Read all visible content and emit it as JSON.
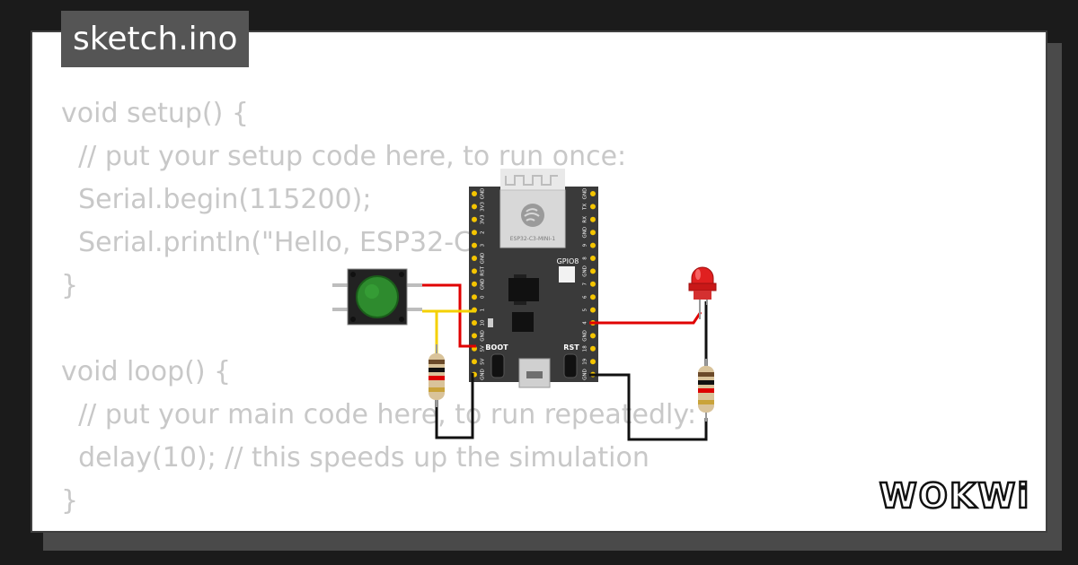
{
  "file_tab": {
    "label": "sketch.ino"
  },
  "code_lines": [
    "void setup() {",
    "  // put your setup code here, to run once:",
    "  Serial.begin(115200);",
    "  Serial.println(\"Hello, ESP32-C3!\");",
    "}",
    "",
    "void loop() {",
    "  // put your main code here, to run repeatedly:",
    "  delay(10); // this speeds up the simulation",
    "}"
  ],
  "board": {
    "module_label": "ESP32-C3-MINI-1",
    "led_label": "GPIO8",
    "boot_label": "BOOT",
    "reset_label": "RST",
    "left_pins": [
      "GND",
      "3V3",
      "3V3",
      "2",
      "3",
      "GND",
      "RST",
      "GND",
      "0",
      "1",
      "10",
      "GND",
      "5V",
      "5V",
      "GND"
    ],
    "right_pins": [
      "GND",
      "TX",
      "RX",
      "GND",
      "9",
      "8",
      "GND",
      "7",
      "6",
      "5",
      "4",
      "GND",
      "18",
      "19",
      "GND"
    ]
  },
  "logo": {
    "text": "WOKWi"
  },
  "colors": {
    "background": "#1b1b1b",
    "card": "#ffffff",
    "tab": "#555555",
    "code_text": "#c8c8c8",
    "board": "#3a3a3a",
    "pin": "#f5c500",
    "wire_red": "#e00000",
    "wire_yellow": "#f4d000",
    "wire_black": "#111111",
    "button_cap": "#2e8b2e",
    "led": "#e02020"
  }
}
